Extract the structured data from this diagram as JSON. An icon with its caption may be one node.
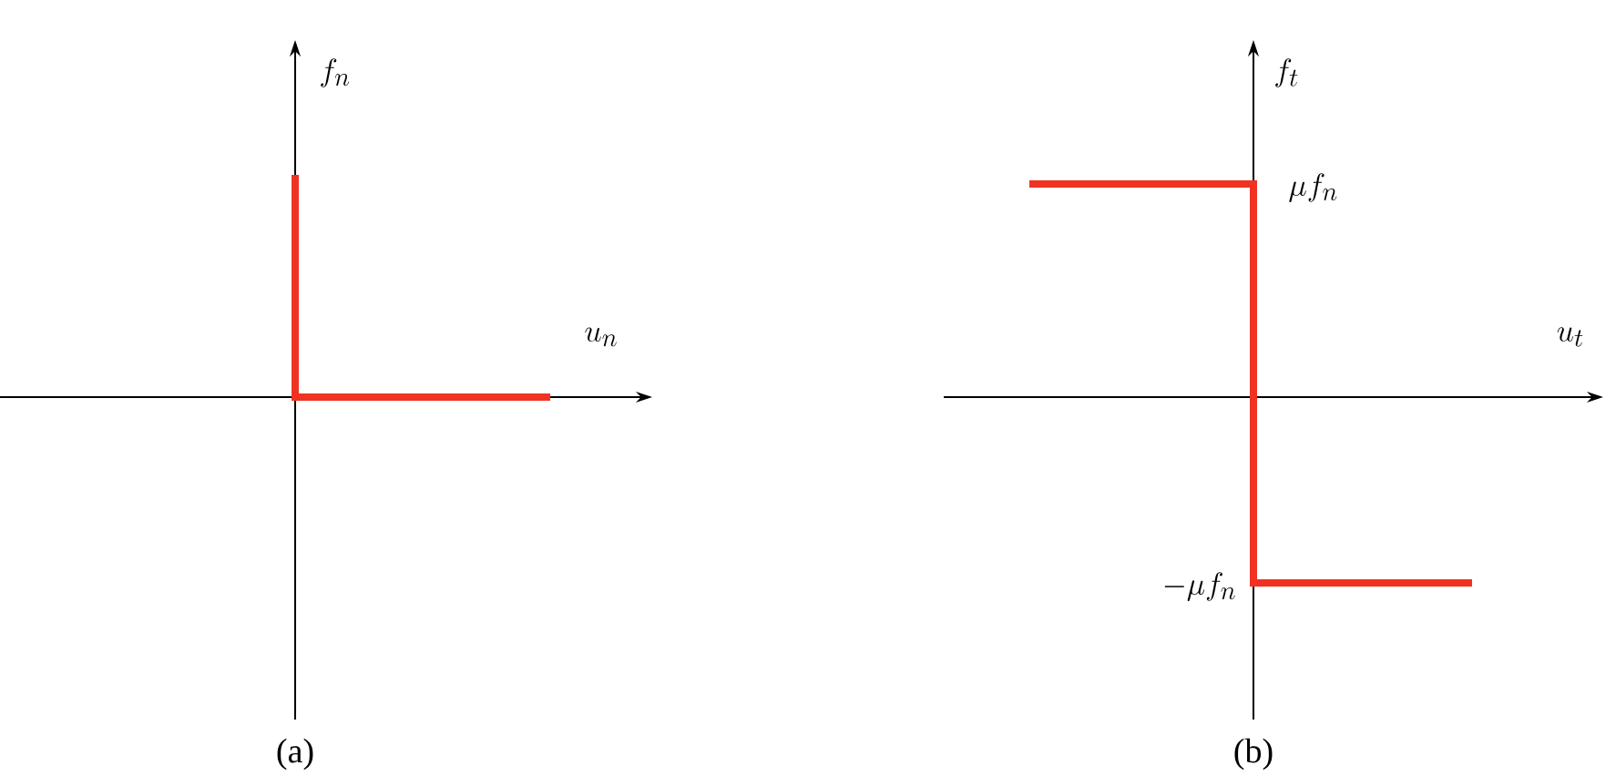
{
  "diagram": {
    "labels": [
      "f_n",
      "u_n",
      "(a)",
      "f_t",
      "\\mu f_n",
      "u_t",
      "-\\mu f_n",
      "(b)"
    ]
  }
}
